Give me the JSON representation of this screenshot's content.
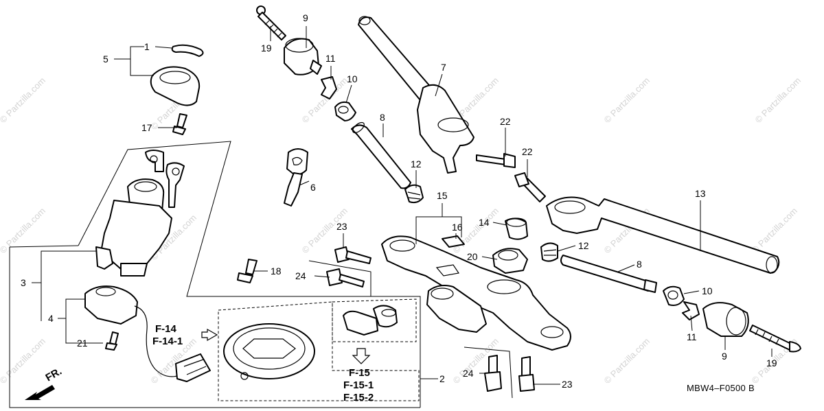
{
  "watermark": "© Partzilla.com",
  "diagram_code": "MBW4–F0500 B",
  "direction_label": "FR.",
  "callouts": [
    "1",
    "2",
    "3",
    "4",
    "5",
    "6",
    "7",
    "8",
    "9",
    "10",
    "11",
    "12",
    "13",
    "14",
    "15",
    "16",
    "17",
    "18",
    "19",
    "20",
    "21",
    "22",
    "23",
    "24"
  ],
  "refs": {
    "f14": "F-14",
    "f14_1": "F-14-1",
    "f15": "F-15",
    "f15_1": "F-15-1",
    "f15_2": "F-15-2"
  }
}
